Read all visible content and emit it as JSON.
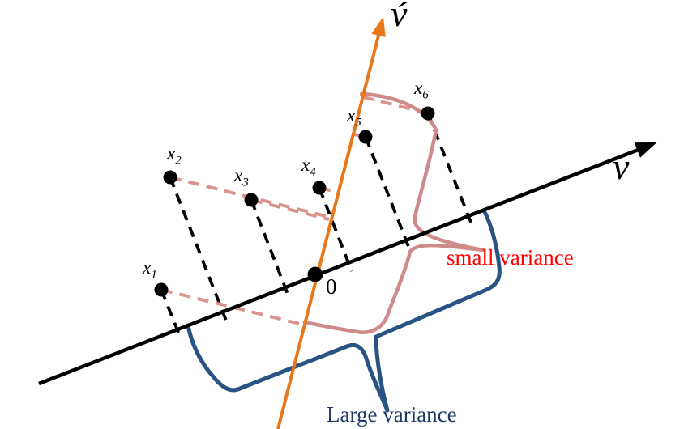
{
  "figure": {
    "axis_v": {
      "label": "v"
    },
    "axis_v_prime": {
      "label": "v́"
    },
    "origin": {
      "label": "0"
    },
    "points": [
      {
        "name": "x1",
        "base": "x",
        "sub": "1"
      },
      {
        "name": "x2",
        "base": "x",
        "sub": "2"
      },
      {
        "name": "x3",
        "base": "x",
        "sub": "3"
      },
      {
        "name": "x4",
        "base": "x",
        "sub": "4"
      },
      {
        "name": "x5",
        "base": "x",
        "sub": "5"
      },
      {
        "name": "x6",
        "base": "x",
        "sub": "6"
      }
    ],
    "annotations": {
      "small_variance": "small variance",
      "large_variance": "Large variance"
    },
    "colors": {
      "axis_v": "#000000",
      "axis_v_prime": "#E8761B",
      "projection_to_v_dashed": "#000000",
      "projection_to_v_prime_dashed": "#DA948F",
      "brace_small_variance": "#CF8A8A",
      "brace_large_variance": "#2A5384",
      "text_small_variance": "#FF0000",
      "text_large_variance": "#1F3864",
      "point_marker": "#000000",
      "background": "#FFFFFF"
    }
  }
}
